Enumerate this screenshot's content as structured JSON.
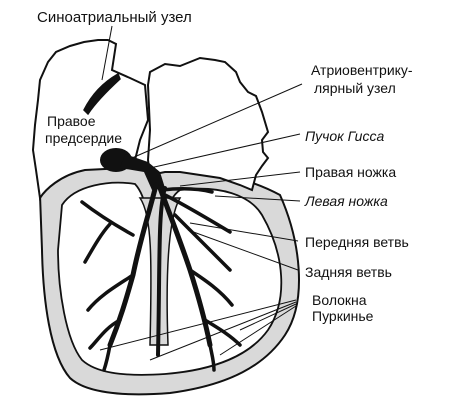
{
  "labels": {
    "sa_node": "Синоатриальный  узел",
    "av_node_line1": "Атриовентрику-",
    "av_node_line2": "лярный узел",
    "right_atrium_line1": "Правое",
    "right_atrium_line2": "предсердие",
    "his_bundle": "Пучок Гисса",
    "right_bundle": "Правая ножка",
    "left_bundle": "Левая ножка",
    "anterior_branch": "Передняя ветвь",
    "posterior_branch": "Задняя ветвь",
    "purkinje_line1": "Волокна",
    "purkinje_line2": "Пуркинье"
  },
  "colors": {
    "ink": "#111111",
    "tissue": "#d9d9d9",
    "paper": "#ffffff"
  }
}
